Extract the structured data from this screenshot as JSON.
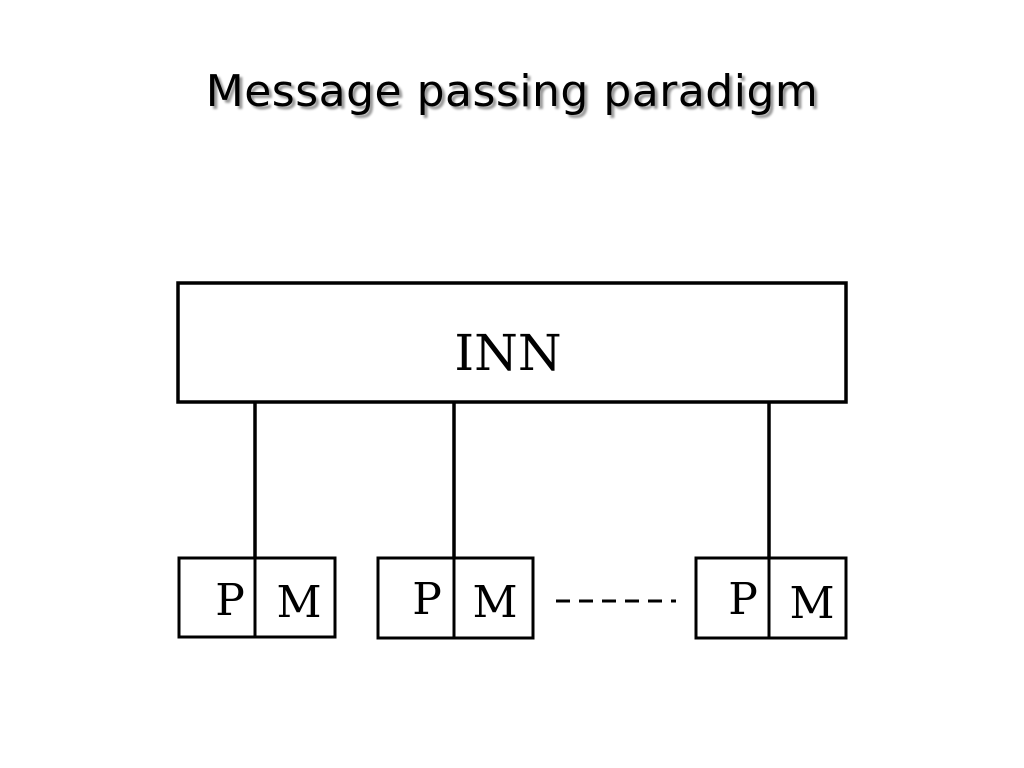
{
  "title": "Message passing paradigm",
  "diagram": {
    "network_label": "INN",
    "nodes": [
      {
        "processor_label": "P",
        "memory_label": "M"
      },
      {
        "processor_label": "P",
        "memory_label": "M"
      },
      {
        "processor_label": "P",
        "memory_label": "M"
      }
    ]
  }
}
